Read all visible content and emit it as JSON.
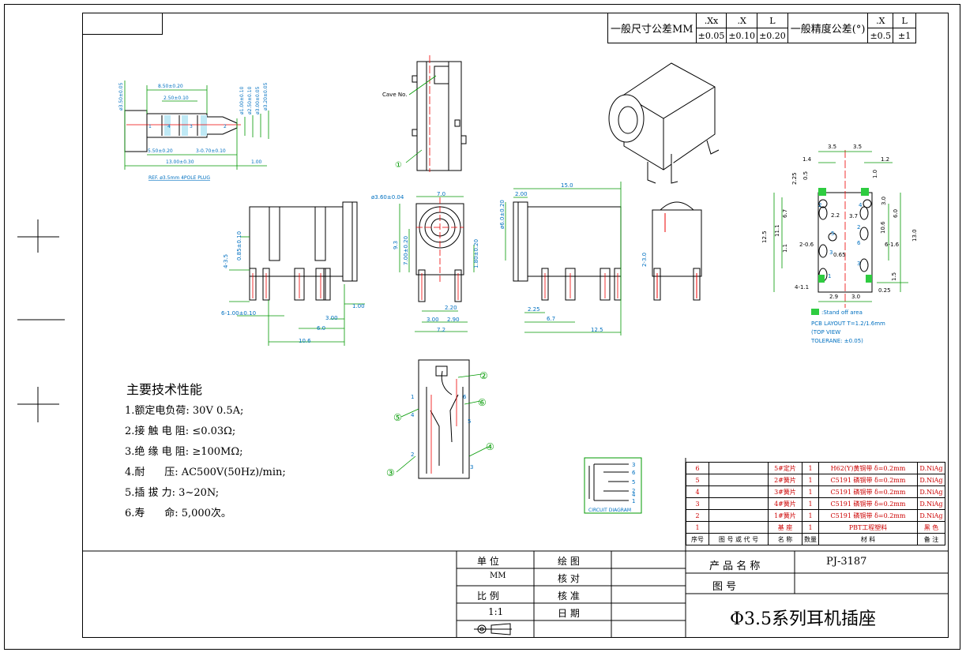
{
  "tolerance": {
    "dim_label": "一般尺寸公差MM",
    "dim_heads": [
      ".Xx",
      ".X",
      "L"
    ],
    "dim_vals": [
      "±0.05",
      "±0.10",
      "±0.20"
    ],
    "ang_label": "一般精度公差(°)",
    "ang_heads": [
      ".X",
      "L"
    ],
    "ang_vals": [
      "±0.5",
      "±1"
    ]
  },
  "plug": {
    "dims": [
      "8.50±0.20",
      "2.50±0.10",
      "5.50±0.20",
      "3-0.70±0.10",
      "13.00±0.30",
      "1.00",
      "ø3.50±0.05",
      "ø1.00±0.10",
      "ø2.50±0.10",
      "ø3.00±0.05",
      "ø3.20±0.05"
    ],
    "pins": [
      "1",
      "4",
      "3",
      "2"
    ],
    "caption": "REF. ø3.5mm 4POLE PLUG"
  },
  "side_view": {
    "cave_label": "Cave No.",
    "mark": "①"
  },
  "front_dims": {
    "left": [
      "4-3.5",
      "0.85±0.10",
      "6-1.00±0.10",
      "1.00",
      "3.00",
      "6.0",
      "10.6"
    ],
    "mid": [
      "ø3.60±0.04",
      "7.0",
      "9.3",
      "7.00±0.20",
      "1.80±0.20",
      "2.20",
      "3.00",
      "2.90",
      "7.2"
    ],
    "right": [
      "2.00",
      "15.0",
      "ø6.0±0.20",
      "2.25",
      "6.7",
      "12.5",
      "2-3.0"
    ]
  },
  "pcb": {
    "dims": [
      "3.5",
      "3.5",
      "1.4",
      "1.2",
      "2.25",
      "0.5",
      "1.0",
      "3.0",
      "6.7",
      "11.1",
      "12.5",
      "2.2",
      "3.7",
      "6.0",
      "10.6",
      "13.0",
      "2-0.6",
      "0.65",
      "6-1.6",
      "1.1",
      "4-1.1",
      "2.9",
      "3.0",
      "0.25",
      "1.5"
    ],
    "pins": [
      "2",
      "4",
      "2",
      "5",
      "3",
      "6",
      "3",
      "1"
    ],
    "legend": ":Stand off area",
    "layout_lines": [
      "PCB LAYOUT T=1.2/1.6mm",
      "(TOP VIEW",
      "TOLERANE: ±0.05)"
    ]
  },
  "internal": {
    "marks": [
      "②",
      "⑥",
      "⑤",
      "④",
      "③"
    ],
    "pins": [
      "1",
      "4",
      "6",
      "5",
      "2",
      "3"
    ]
  },
  "circuit": {
    "caption": "CIRCUIT DIAGRAM",
    "pins": [
      "3",
      "6",
      "5",
      "2",
      "4",
      "1"
    ]
  },
  "specs": {
    "title": "主要技术性能",
    "items": [
      "1.额定电负荷: 30V 0.5A;",
      "2.接 触 电 阻: ≤0.03Ω;",
      "3.绝 缘 电 阻: ≥100MΩ;",
      "4.耐      压: AC500V(50Hz)/min;",
      "5.插  拔  力: 3~20N;",
      "6.寿      命: 5,000次。"
    ]
  },
  "bom": {
    "rows": [
      [
        "6",
        "",
        "5#定片",
        "1",
        "H62(Y)黄铜带 δ=0.2mm",
        "D.NiAg"
      ],
      [
        "5",
        "",
        "2#簧片",
        "1",
        "C5191 磷铜带 δ=0.2mm",
        "D.NiAg"
      ],
      [
        "4",
        "",
        "3#簧片",
        "1",
        "C5191 磷铜带 δ=0.2mm",
        "D.NiAg"
      ],
      [
        "3",
        "",
        "4#簧片",
        "1",
        "C5191 磷铜带 δ=0.2mm",
        "D.NiAg"
      ],
      [
        "2",
        "",
        "1#簧片",
        "1",
        "C5191 磷铜带 δ=0.2mm",
        "D.NiAg"
      ],
      [
        "1",
        "",
        "基 座",
        "1",
        "PBT工程塑料",
        "黑 色"
      ]
    ],
    "header": [
      "序号",
      "图 号 或 代 号",
      "名 称",
      "数量",
      "材 料",
      "备 注"
    ]
  },
  "titleblock": {
    "unit_label": "单 位",
    "unit_val": "MM",
    "scale_label": "比 例",
    "scale_val": "1:1",
    "draw_label": "绘 图",
    "check_label": "核 对",
    "approve_label": "核 准",
    "date_label": "日 期",
    "product_label": "产 品 名 称",
    "product_val": "PJ-3187",
    "drawing_no_label": "图 号",
    "name": "Φ3.5系列耳机插座"
  }
}
